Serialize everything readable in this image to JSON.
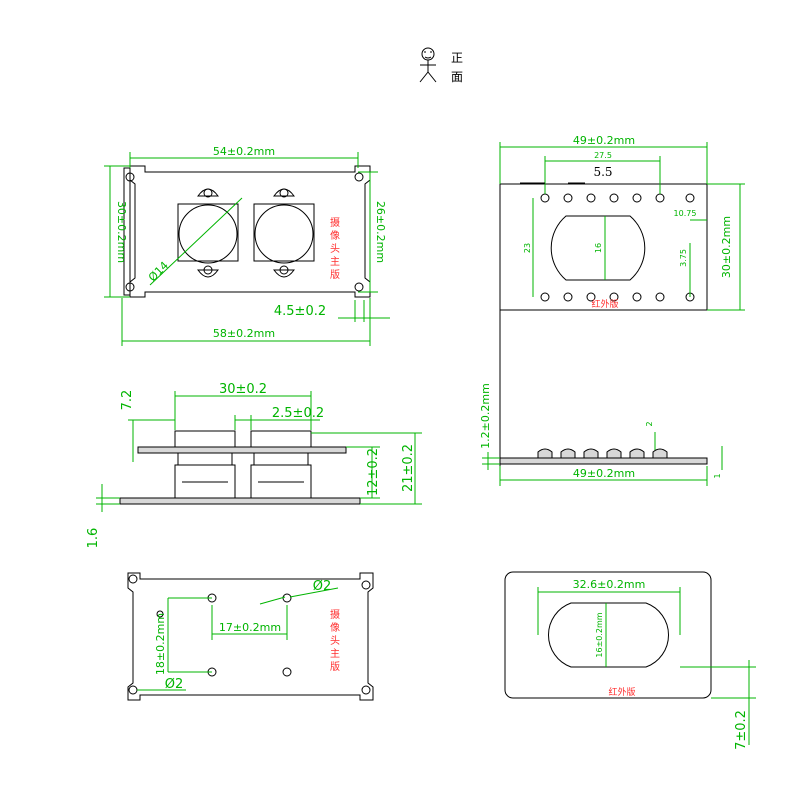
{
  "orientation": {
    "front_char1": "正",
    "front_char2": "面"
  },
  "camera_board": {
    "label_vertical": [
      "摄",
      "像",
      "头",
      "主",
      "版"
    ]
  },
  "ir_board": {
    "label": "红外版"
  },
  "dims": {
    "top_left_width_outer": "54±0.2mm",
    "top_left_height_outer": "30±0.2mm",
    "top_left_height_inner": "26±0.2mm",
    "top_left_diameter": "Ø14",
    "top_left_offset": "4.5±0.2",
    "top_left_total": "58±0.2mm",
    "top_right_width": "49±0.2mm",
    "top_right_span": "27.5",
    "top_right_pitch": "5.5",
    "top_right_edge": "10.75",
    "top_right_h23": "23",
    "top_right_h16": "16",
    "top_right_h375": "3.75",
    "top_right_height": "30±0.2mm",
    "side_h72": "7.2",
    "side_w30": "30±0.2",
    "side_gap25": "2.5±0.2",
    "side_h12": "12±0.2",
    "side_h21": "21±0.2",
    "side_t16": "1.6",
    "ir_side_thick": "1.2±0.2mm",
    "ir_side_width": "49±0.2mm",
    "ir_side_2": "2",
    "ir_side_1": "1",
    "back_hole_d2a": "Ø2",
    "back_hole_d2b": "Ø2",
    "back_h18": "18±0.2mm",
    "back_w17": "17±0.2mm",
    "ir_back_w": "32.6±0.2mm",
    "ir_back_h": "16±0.2mm",
    "ir_back_7": "7±0.2"
  }
}
